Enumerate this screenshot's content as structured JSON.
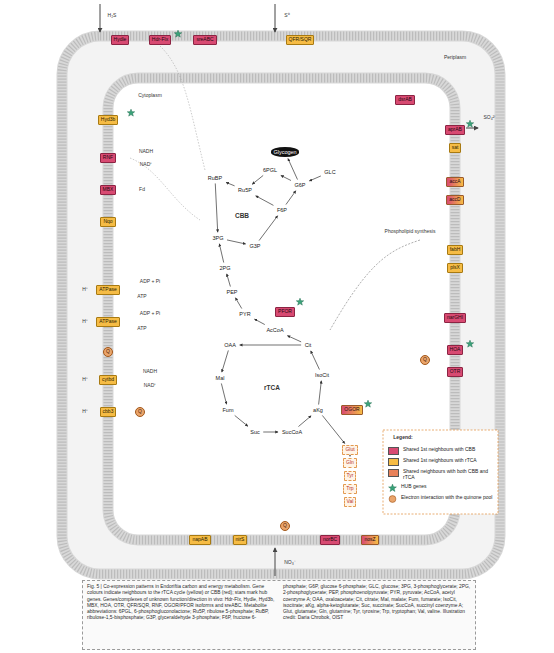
{
  "diagram": {
    "caption": "Fig. 5 | Co-expression patterns in Endoriftia carbon and energy metabolism. Gene colours indicate neighbours to the rTCA cycle (yellow) or CBB (red); stars mark hub genes. Genes/complexes of unknown function/direction in vivo: Hdr-Flx, Hydle, Hyd3b, MBX, HOA, OTR, QFR/SQR, RNF, OGOR/PFOR isoforms and sreABC. Metabolite abbreviations: 6PGL, 6-phosphogluconolactone; Ru5P, ribulose 5-phosphate; RuBP, ribulose-1,5-bisphosphate; G3P, glyceraldehyde 3-phosphate; F6P, fructose 6-phosphate; G6P, glucose 6-phosphate; GLC, glucose; 3PG, 3-phosphoglycerate; 2PG, 2-phosphoglycerate; PEP, phosphoenolpyruvate; PYR, pyruvate; AcCoA, acetyl coenzyme A; OAA, oxaloacetate; Cit, citrate; Mal, malate; Fum, fumarate; IsoCit, isocitrate; aKg, alpha-ketoglutarate; Suc, succinate; SucCoA, succinyl coenzyme A; Glut, glutamate; Gln, glutamine; Tyr, tyrosine; Trp, tryptophan; Val, valine. Illustration credit: Daria Chrobok, OIST",
    "nodes": [
      {
        "text": [
          "Hydle"
        ]
      },
      {
        "text": [
          "Hdr-Flx"
        ]
      },
      {
        "text": [
          "sreABC"
        ]
      },
      {
        "text": [
          "QFR/SQR"
        ]
      },
      {
        "text": [
          "dsrAB"
        ]
      },
      {
        "text": [
          "aprAB"
        ]
      },
      {
        "text": [
          "sat"
        ]
      },
      {
        "text": [
          "accA"
        ]
      },
      {
        "text": [
          "accD"
        ]
      },
      {
        "text": [
          "fabH"
        ]
      },
      {
        "text": [
          "plsX"
        ]
      },
      {
        "text": [
          "narGHI"
        ]
      },
      {
        "text": [
          "HOA"
        ]
      },
      {
        "text": [
          "OTR"
        ]
      },
      {
        "text": [
          "Hyd3b"
        ]
      },
      {
        "text": [
          "RNF"
        ]
      },
      {
        "text": [
          "MBX"
        ]
      },
      {
        "text": [
          "Nqo"
        ]
      },
      {
        "text": [
          "ATPase"
        ]
      },
      {
        "text": [
          "ATPase"
        ]
      },
      {
        "text": [
          "cytbd"
        ]
      },
      {
        "text": [
          "cbb3"
        ]
      },
      {
        "text": [
          "napAB"
        ]
      },
      {
        "text": [
          "nirS"
        ]
      },
      {
        "text": [
          "norBC"
        ]
      },
      {
        "text": [
          "nosZ"
        ]
      },
      {
        "text": [
          "Glycogen"
        ]
      },
      {
        "text": [
          "RuBP"
        ]
      },
      {
        "text": [
          "3PG"
        ]
      },
      {
        "text": [
          "G3P"
        ]
      },
      {
        "text": [
          "F6P"
        ]
      },
      {
        "text": [
          "Ru5P"
        ]
      },
      {
        "text": [
          "G6P"
        ]
      },
      {
        "text": [
          "GLC"
        ]
      },
      {
        "text": [
          "6PGL"
        ]
      },
      {
        "text": [
          "2PG"
        ]
      },
      {
        "text": [
          "PEP"
        ]
      },
      {
        "text": [
          "PYR"
        ]
      },
      {
        "text": [
          "AcCoA"
        ]
      },
      {
        "text": [
          "OAA"
        ]
      },
      {
        "text": [
          "Mal"
        ]
      },
      {
        "text": [
          "Fum"
        ]
      },
      {
        "text": [
          "Suc"
        ]
      },
      {
        "text": [
          "SucCoA"
        ]
      },
      {
        "text": [
          "aKg"
        ]
      },
      {
        "text": [
          "IsoCit"
        ]
      },
      {
        "text": [
          "Cit"
        ]
      },
      {
        "text": [
          "PFOR"
        ]
      },
      {
        "text": [
          "OGOR"
        ]
      },
      {
        "text": [
          "Glut"
        ]
      },
      {
        "text": [
          "Gln"
        ]
      },
      {
        "text": [
          "Tyr"
        ]
      },
      {
        "text": [
          "Trp"
        ]
      },
      {
        "text": [
          "Val"
        ]
      },
      {
        "text": [
          "Q"
        ]
      },
      {
        "text": [
          "Q"
        ]
      },
      {
        "text": [
          "Q"
        ]
      },
      {
        "text": [
          "Q"
        ]
      }
    ],
    "edges": [
      {
        "from": 27,
        "to": 28,
        "arrow": "to"
      },
      {
        "from": 28,
        "to": 29,
        "arrow": "to"
      },
      {
        "from": 29,
        "to": 30,
        "arrow": "to"
      },
      {
        "from": 30,
        "to": 31,
        "arrow": "to"
      },
      {
        "from": 31,
        "to": 27,
        "arrow": "to"
      },
      {
        "from": 30,
        "to": 32,
        "arrow": "to"
      },
      {
        "from": 32,
        "to": 26,
        "arrow": "to"
      },
      {
        "from": 33,
        "to": 32,
        "arrow": "to"
      },
      {
        "from": 32,
        "to": 34,
        "arrow": "to"
      },
      {
        "from": 34,
        "to": 31,
        "arrow": "to"
      },
      {
        "from": 38,
        "to": 37,
        "arrow": "to"
      },
      {
        "from": 37,
        "to": 36,
        "arrow": "to"
      },
      {
        "from": 36,
        "to": 35,
        "arrow": "to"
      },
      {
        "from": 35,
        "to": 28,
        "arrow": "to"
      },
      {
        "from": 39,
        "to": 40,
        "arrow": "to"
      },
      {
        "from": 40,
        "to": 41,
        "arrow": "to"
      },
      {
        "from": 41,
        "to": 42,
        "arrow": "to"
      },
      {
        "from": 42,
        "to": 43,
        "arrow": "to"
      },
      {
        "from": 43,
        "to": 44,
        "arrow": "to"
      },
      {
        "from": 44,
        "to": 45,
        "arrow": "to"
      },
      {
        "from": 45,
        "to": 46,
        "arrow": "to"
      },
      {
        "from": 46,
        "to": 38,
        "arrow": "to"
      },
      {
        "from": 46,
        "to": 39,
        "arrow": "to"
      },
      {
        "from": 44,
        "to": 49,
        "arrow": "to"
      },
      {
        "from": 49,
        "to": 50,
        "arrow": "to"
      }
    ],
    "labels": [
      "Periplasm",
      "Cytoplasm",
      "CBB",
      "rTCA",
      "Phospholipid synthesis",
      "Legend:",
      "SO₄²⁻",
      "NO₃⁻",
      "H⁺",
      "H⁺",
      "H⁺",
      "H⁺",
      "ADP + Pi",
      "ATP",
      "ADP + Pi",
      "ATP",
      "NADH",
      "NAD⁺",
      "Fd",
      "NADH",
      "NAD⁺",
      "H₂S",
      "S⁰"
    ],
    "legend": [
      {
        "text": "Shared 1st neighbours with CBB",
        "color": "#d84a72"
      },
      {
        "text": "Shared 1st neighbours with rTCA",
        "color": "#f6bc45"
      },
      {
        "text": "Shared neighbours with both CBB and rTCA",
        "color": "#e9825a"
      },
      {
        "text": "HUB genes"
      },
      {
        "text": "Electron interaction with the quinone pool"
      }
    ]
  }
}
